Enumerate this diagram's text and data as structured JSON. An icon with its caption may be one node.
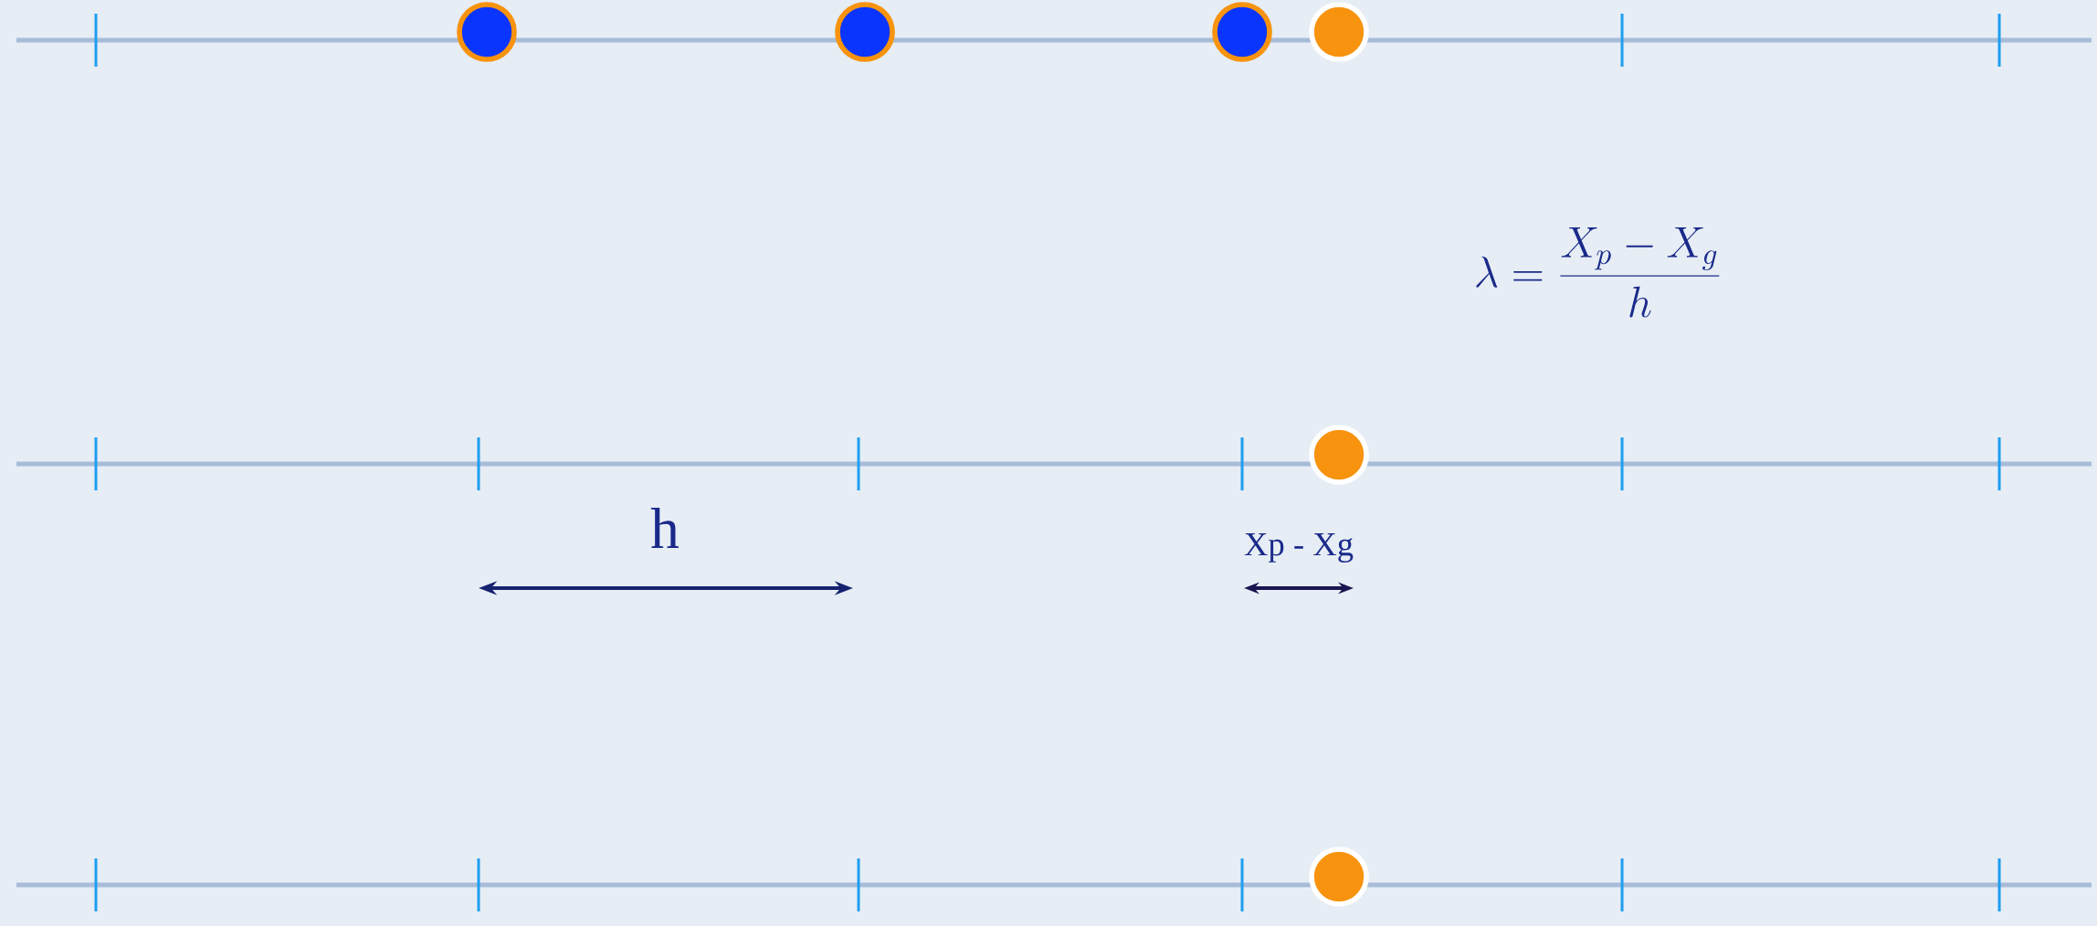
{
  "diagram": {
    "labels": [
      "\\lambda = \\frac{X_p - X_g}{h}",
      "h",
      "Xp - Xg"
    ]
  }
}
